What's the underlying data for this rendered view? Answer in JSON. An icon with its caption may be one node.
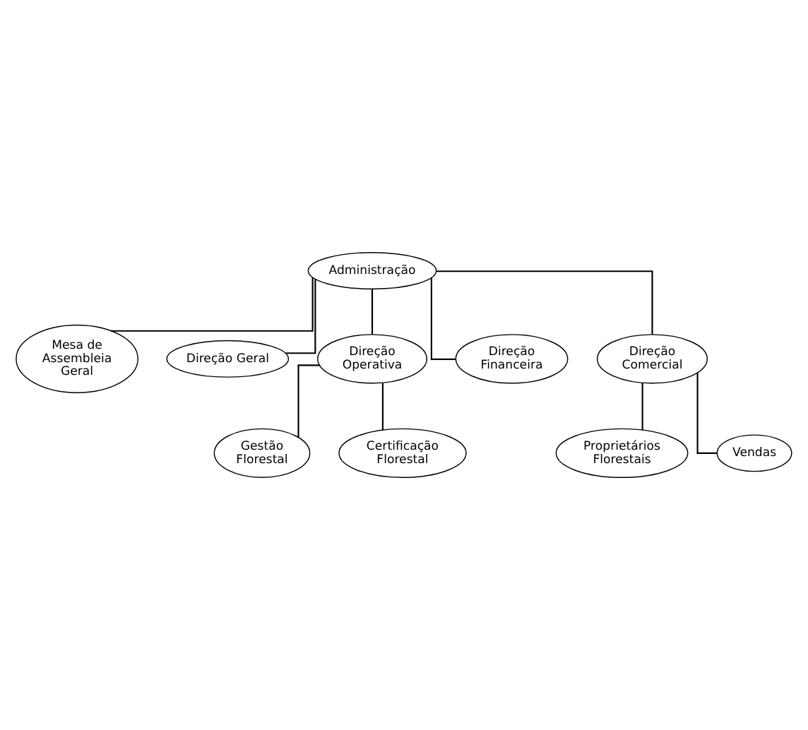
{
  "diagram": {
    "nodes": [
      {
        "text": [
          "Administração"
        ]
      },
      {
        "text": [
          "Mesa de Assembleia Geral"
        ]
      },
      {
        "text": [
          "Direção Geral"
        ]
      },
      {
        "text": [
          "Direção Operativa"
        ]
      },
      {
        "text": [
          "Direção Financeira"
        ]
      },
      {
        "text": [
          "Direção Comercial"
        ]
      },
      {
        "text": [
          "Gestão Florestal"
        ]
      },
      {
        "text": [
          "Certificação Florestal"
        ]
      },
      {
        "text": [
          "Proprietários Florestais"
        ]
      },
      {
        "text": [
          "Vendas"
        ]
      }
    ],
    "edges": [
      {
        "from": 0,
        "to": 1,
        "arrow": "none"
      },
      {
        "from": 0,
        "to": 2,
        "arrow": "none"
      },
      {
        "from": 0,
        "to": 3,
        "arrow": "none"
      },
      {
        "from": 0,
        "to": 4,
        "arrow": "none"
      },
      {
        "from": 0,
        "to": 5,
        "arrow": "none"
      },
      {
        "from": 3,
        "to": 6,
        "arrow": "none"
      },
      {
        "from": 3,
        "to": 7,
        "arrow": "none"
      },
      {
        "from": 5,
        "to": 8,
        "arrow": "none"
      },
      {
        "from": 5,
        "to": 9,
        "arrow": "none"
      }
    ]
  }
}
